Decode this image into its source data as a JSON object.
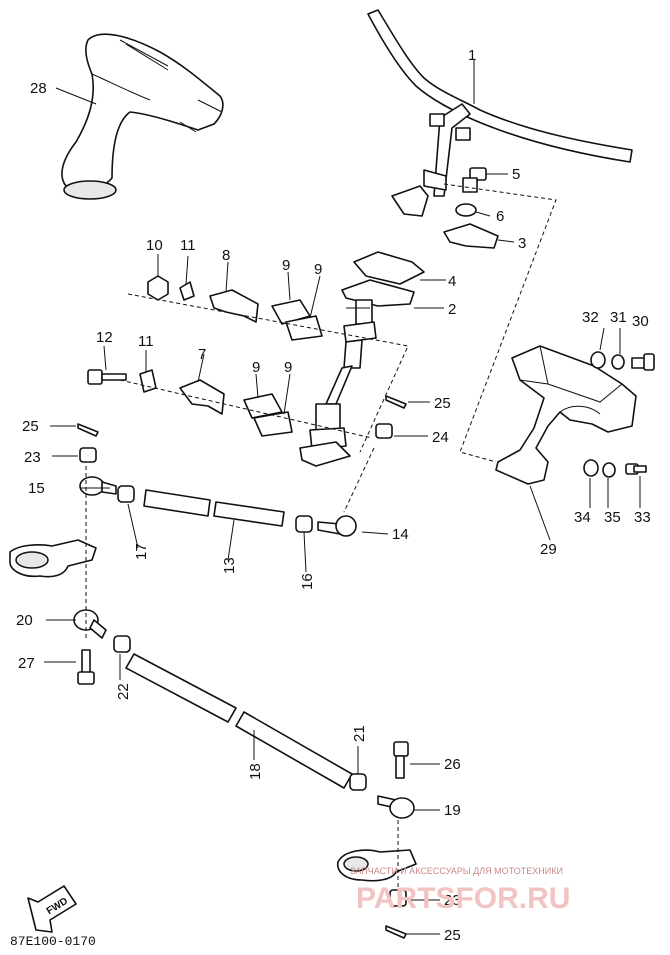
{
  "diagram": {
    "code": "87E100-0170",
    "fwd_label": "FWD",
    "watermark_text": "ЗАПЧАСТИ И АКСЕССУАРЫ ДЛЯ МОТОТЕХНИКИ",
    "watermark_logo": "PARTSFOR.RU"
  },
  "callouts": [
    {
      "id": "c1",
      "text": "1"
    },
    {
      "id": "c2",
      "text": "2"
    },
    {
      "id": "c3",
      "text": "3"
    },
    {
      "id": "c4",
      "text": "4"
    },
    {
      "id": "c5",
      "text": "5"
    },
    {
      "id": "c6",
      "text": "6"
    },
    {
      "id": "c7",
      "text": "7"
    },
    {
      "id": "c8",
      "text": "8"
    },
    {
      "id": "c9a",
      "text": "9"
    },
    {
      "id": "c9b",
      "text": "9"
    },
    {
      "id": "c9c",
      "text": "9"
    },
    {
      "id": "c9d",
      "text": "9"
    },
    {
      "id": "c10",
      "text": "10"
    },
    {
      "id": "c11a",
      "text": "11"
    },
    {
      "id": "c11b",
      "text": "11"
    },
    {
      "id": "c12",
      "text": "12"
    },
    {
      "id": "c13",
      "text": "13"
    },
    {
      "id": "c14",
      "text": "14"
    },
    {
      "id": "c15",
      "text": "15"
    },
    {
      "id": "c16",
      "text": "16"
    },
    {
      "id": "c17",
      "text": "17"
    },
    {
      "id": "c18",
      "text": "18"
    },
    {
      "id": "c19",
      "text": "19"
    },
    {
      "id": "c20",
      "text": "20"
    },
    {
      "id": "c21",
      "text": "21"
    },
    {
      "id": "c22",
      "text": "22"
    },
    {
      "id": "c23a",
      "text": "23"
    },
    {
      "id": "c23b",
      "text": "23"
    },
    {
      "id": "c24",
      "text": "24"
    },
    {
      "id": "c25a",
      "text": "25"
    },
    {
      "id": "c25b",
      "text": "25"
    },
    {
      "id": "c25c",
      "text": "25"
    },
    {
      "id": "c26",
      "text": "26"
    },
    {
      "id": "c27",
      "text": "27"
    },
    {
      "id": "c28",
      "text": "28"
    },
    {
      "id": "c29",
      "text": "29"
    },
    {
      "id": "c30",
      "text": "30"
    },
    {
      "id": "c31",
      "text": "31"
    },
    {
      "id": "c32",
      "text": "32"
    },
    {
      "id": "c33",
      "text": "33"
    },
    {
      "id": "c34",
      "text": "34"
    },
    {
      "id": "c35",
      "text": "35"
    }
  ]
}
